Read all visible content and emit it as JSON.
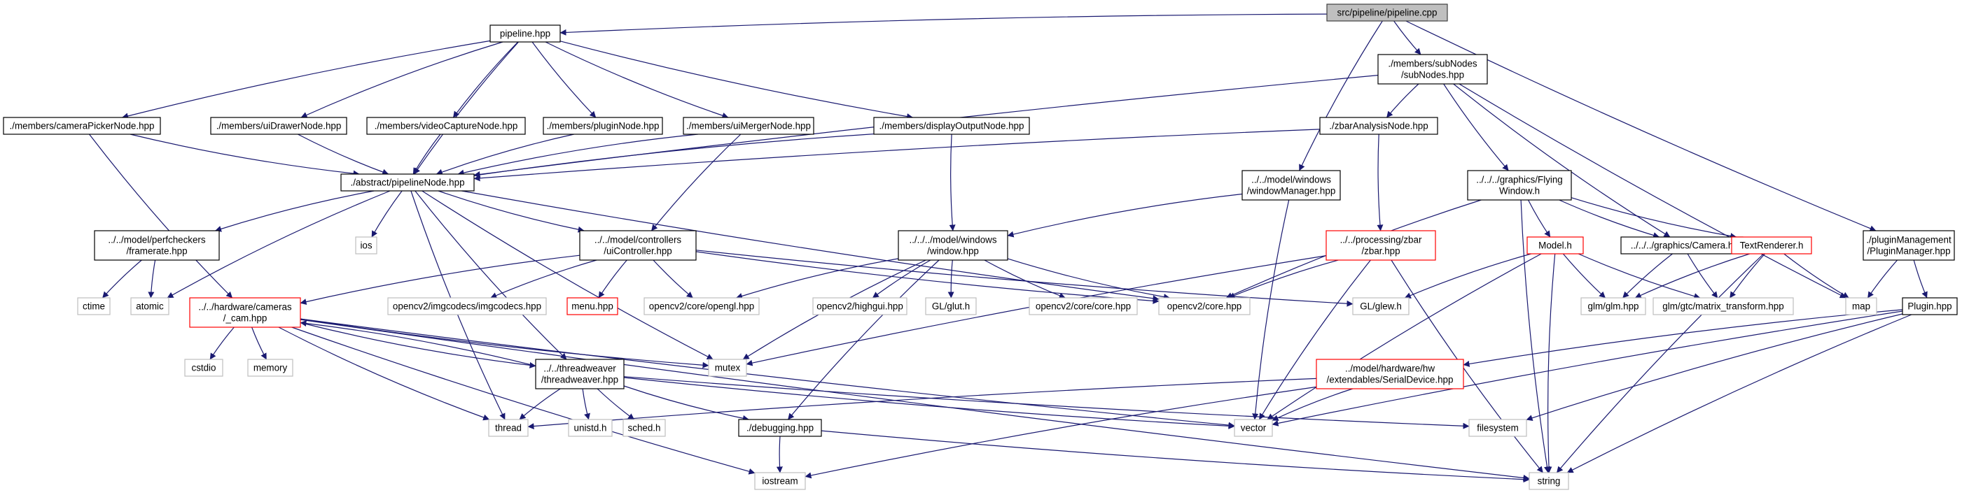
{
  "nodes": [
    {
      "id": "root",
      "style": "main",
      "lines": [
        "src/pipeline/pipeline.cpp"
      ]
    },
    {
      "id": "pipeline_hpp",
      "style": "local",
      "lines": [
        "pipeline.hpp"
      ]
    },
    {
      "id": "subnodes",
      "style": "local",
      "lines": [
        "./members/subNodes",
        "/subNodes.hpp"
      ]
    },
    {
      "id": "camPicker",
      "style": "local",
      "lines": [
        "./members/cameraPickerNode.hpp"
      ]
    },
    {
      "id": "uiDrawer",
      "style": "local",
      "lines": [
        "./members/uiDrawerNode.hpp"
      ]
    },
    {
      "id": "videoCapture",
      "style": "local",
      "lines": [
        "./members/videoCaptureNode.hpp"
      ]
    },
    {
      "id": "pluginNode",
      "style": "local",
      "lines": [
        "./members/pluginNode.hpp"
      ]
    },
    {
      "id": "uiMerger",
      "style": "local",
      "lines": [
        "./members/uiMergerNode.hpp"
      ]
    },
    {
      "id": "displayOutput",
      "style": "local",
      "lines": [
        "./members/displayOutputNode.hpp"
      ]
    },
    {
      "id": "zbarAnalysis",
      "style": "local",
      "lines": [
        "./zbarAnalysisNode.hpp"
      ]
    },
    {
      "id": "pipelineNode",
      "style": "local",
      "lines": [
        "./abstract/pipelineNode.hpp"
      ]
    },
    {
      "id": "windowManager",
      "style": "local",
      "lines": [
        "../../model/windows",
        "/windowManager.hpp"
      ]
    },
    {
      "id": "flyingWindow",
      "style": "local",
      "lines": [
        "../../../graphics/Flying",
        "Window.h"
      ]
    },
    {
      "id": "pluginManager",
      "style": "local",
      "lines": [
        "./pluginManagement",
        "/PluginManager.hpp"
      ]
    },
    {
      "id": "framerate",
      "style": "local",
      "lines": [
        "../../model/perfcheckers",
        "/framerate.hpp"
      ]
    },
    {
      "id": "ios",
      "style": "sys",
      "lines": [
        "ios"
      ]
    },
    {
      "id": "uiController",
      "style": "local",
      "lines": [
        "../../model/controllers",
        "/uiController.hpp"
      ]
    },
    {
      "id": "windowHpp",
      "style": "local",
      "lines": [
        "../../../model/windows",
        "/window.hpp"
      ]
    },
    {
      "id": "zbarHpp",
      "style": "trunc",
      "lines": [
        "../../processing/zbar",
        "/zbar.hpp"
      ]
    },
    {
      "id": "modelH",
      "style": "trunc",
      "lines": [
        "Model.h"
      ]
    },
    {
      "id": "cameraH",
      "style": "local",
      "lines": [
        "../../../graphics/Camera.h"
      ]
    },
    {
      "id": "textRenderer",
      "style": "trunc",
      "lines": [
        "TextRenderer.h"
      ]
    },
    {
      "id": "ctime",
      "style": "sys",
      "lines": [
        "ctime"
      ]
    },
    {
      "id": "atomic",
      "style": "sys",
      "lines": [
        "atomic"
      ]
    },
    {
      "id": "camHpp",
      "style": "trunc",
      "lines": [
        "../../hardware/cameras",
        "/_cam.hpp"
      ]
    },
    {
      "id": "imgcodecs",
      "style": "sys",
      "lines": [
        "opencv2/imgcodecs/imgcodecs.hpp"
      ]
    },
    {
      "id": "menuHpp",
      "style": "trunc",
      "lines": [
        "menu.hpp"
      ]
    },
    {
      "id": "opengl",
      "style": "sys",
      "lines": [
        "opencv2/core/opengl.hpp"
      ]
    },
    {
      "id": "highgui",
      "style": "sys",
      "lines": [
        "opencv2/highgui.hpp"
      ]
    },
    {
      "id": "glut",
      "style": "sys",
      "lines": [
        "GL/glut.h"
      ]
    },
    {
      "id": "coreCore",
      "style": "sys",
      "lines": [
        "opencv2/core/core.hpp"
      ]
    },
    {
      "id": "coreHpp",
      "style": "sys",
      "lines": [
        "opencv2/core.hpp"
      ]
    },
    {
      "id": "glew",
      "style": "sys",
      "lines": [
        "GL/glew.h"
      ]
    },
    {
      "id": "glm",
      "style": "sys",
      "lines": [
        "glm/glm.hpp"
      ]
    },
    {
      "id": "glmMatrix",
      "style": "sys",
      "lines": [
        "glm/gtc/matrix_transform.hpp"
      ]
    },
    {
      "id": "map",
      "style": "sys",
      "lines": [
        "map"
      ]
    },
    {
      "id": "pluginHpp",
      "style": "local",
      "lines": [
        "Plugin.hpp"
      ]
    },
    {
      "id": "cstdio",
      "style": "sys",
      "lines": [
        "cstdio"
      ]
    },
    {
      "id": "memory",
      "style": "sys",
      "lines": [
        "memory"
      ]
    },
    {
      "id": "threadweaver",
      "style": "local",
      "lines": [
        "../../threadweaver",
        "/threadweaver.hpp"
      ]
    },
    {
      "id": "mutex",
      "style": "sys",
      "lines": [
        "mutex"
      ]
    },
    {
      "id": "serialDevice",
      "style": "trunc",
      "lines": [
        "../model/hardware/hw",
        "/extendables/SerialDevice.hpp"
      ]
    },
    {
      "id": "thread",
      "style": "sys",
      "lines": [
        "thread"
      ]
    },
    {
      "id": "unistd",
      "style": "sys",
      "lines": [
        "unistd.h"
      ]
    },
    {
      "id": "sched",
      "style": "sys",
      "lines": [
        "sched.h"
      ]
    },
    {
      "id": "debugging",
      "style": "local",
      "lines": [
        "./debugging.hpp"
      ]
    },
    {
      "id": "vector",
      "style": "sys",
      "lines": [
        "vector"
      ]
    },
    {
      "id": "filesystem",
      "style": "sys",
      "lines": [
        "filesystem"
      ]
    },
    {
      "id": "iostream",
      "style": "sys",
      "lines": [
        "iostream"
      ]
    },
    {
      "id": "string",
      "style": "sys",
      "lines": [
        "string"
      ]
    }
  ],
  "edges": [
    [
      "root",
      "pipeline_hpp"
    ],
    [
      "root",
      "subnodes"
    ],
    [
      "root",
      "windowManager"
    ],
    [
      "root",
      "pluginManager"
    ],
    [
      "pipeline_hpp",
      "camPicker"
    ],
    [
      "pipeline_hpp",
      "uiDrawer"
    ],
    [
      "pipeline_hpp",
      "videoCapture"
    ],
    [
      "pipeline_hpp",
      "pluginNode"
    ],
    [
      "pipeline_hpp",
      "uiMerger"
    ],
    [
      "pipeline_hpp",
      "displayOutput"
    ],
    [
      "pipeline_hpp",
      "pipelineNode"
    ],
    [
      "camPicker",
      "pipelineNode"
    ],
    [
      "camPicker",
      "camHpp"
    ],
    [
      "uiDrawer",
      "pipelineNode"
    ],
    [
      "videoCapture",
      "pipelineNode"
    ],
    [
      "pluginNode",
      "pipelineNode"
    ],
    [
      "uiMerger",
      "pipelineNode"
    ],
    [
      "uiMerger",
      "uiController"
    ],
    [
      "displayOutput",
      "pipelineNode"
    ],
    [
      "displayOutput",
      "windowHpp"
    ],
    [
      "subnodes",
      "pipelineNode"
    ],
    [
      "subnodes",
      "zbarAnalysis"
    ],
    [
      "subnodes",
      "flyingWindow"
    ],
    [
      "subnodes",
      "cameraH"
    ],
    [
      "subnodes",
      "map"
    ],
    [
      "zbarAnalysis",
      "pipelineNode"
    ],
    [
      "zbarAnalysis",
      "zbarHpp"
    ],
    [
      "pipelineNode",
      "framerate"
    ],
    [
      "pipelineNode",
      "ios"
    ],
    [
      "pipelineNode",
      "uiController"
    ],
    [
      "pipelineNode",
      "atomic"
    ],
    [
      "pipelineNode",
      "threadweaver"
    ],
    [
      "pipelineNode",
      "mutex"
    ],
    [
      "pipelineNode",
      "thread"
    ],
    [
      "pipelineNode",
      "coreHpp"
    ],
    [
      "framerate",
      "ctime"
    ],
    [
      "framerate",
      "atomic"
    ],
    [
      "uiController",
      "camHpp"
    ],
    [
      "uiController",
      "imgcodecs"
    ],
    [
      "uiController",
      "menuHpp"
    ],
    [
      "uiController",
      "opengl"
    ],
    [
      "uiController",
      "coreHpp"
    ],
    [
      "uiController",
      "glew"
    ],
    [
      "windowManager",
      "windowHpp"
    ],
    [
      "windowManager",
      "vector"
    ],
    [
      "windowHpp",
      "opengl"
    ],
    [
      "windowHpp",
      "highgui"
    ],
    [
      "windowHpp",
      "glut"
    ],
    [
      "windowHpp",
      "coreCore"
    ],
    [
      "windowHpp",
      "coreHpp"
    ],
    [
      "windowHpp",
      "mutex"
    ],
    [
      "windowHpp",
      "debugging"
    ],
    [
      "zbarHpp",
      "coreHpp"
    ],
    [
      "zbarHpp",
      "mutex"
    ],
    [
      "zbarHpp",
      "vector"
    ],
    [
      "zbarHpp",
      "string"
    ],
    [
      "flyingWindow",
      "modelH"
    ],
    [
      "flyingWindow",
      "cameraH"
    ],
    [
      "flyingWindow",
      "textRenderer"
    ],
    [
      "flyingWindow",
      "coreHpp"
    ],
    [
      "flyingWindow",
      "string"
    ],
    [
      "modelH",
      "glew"
    ],
    [
      "modelH",
      "glm"
    ],
    [
      "modelH",
      "glmMatrix"
    ],
    [
      "modelH",
      "vector"
    ],
    [
      "modelH",
      "string"
    ],
    [
      "cameraH",
      "glm"
    ],
    [
      "cameraH",
      "glmMatrix"
    ],
    [
      "textRenderer",
      "glm"
    ],
    [
      "textRenderer",
      "glmMatrix"
    ],
    [
      "textRenderer",
      "map"
    ],
    [
      "textRenderer",
      "string"
    ],
    [
      "pluginManager",
      "map"
    ],
    [
      "pluginManager",
      "pluginHpp"
    ],
    [
      "pluginHpp",
      "serialDevice"
    ],
    [
      "pluginHpp",
      "vector"
    ],
    [
      "pluginHpp",
      "filesystem"
    ],
    [
      "pluginHpp",
      "string"
    ],
    [
      "camHpp",
      "cstdio"
    ],
    [
      "camHpp",
      "memory"
    ],
    [
      "camHpp",
      "threadweaver"
    ],
    [
      "camHpp",
      "mutex"
    ],
    [
      "camHpp",
      "thread"
    ],
    [
      "camHpp",
      "vector"
    ],
    [
      "camHpp",
      "iostream"
    ],
    [
      "camHpp",
      "string"
    ],
    [
      "threadweaver",
      "thread"
    ],
    [
      "threadweaver",
      "unistd"
    ],
    [
      "threadweaver",
      "sched"
    ],
    [
      "threadweaver",
      "debugging"
    ],
    [
      "threadweaver",
      "vector"
    ],
    [
      "threadweaver",
      "filesystem"
    ],
    [
      "threadweaver",
      "camHpp"
    ],
    [
      "serialDevice",
      "thread"
    ],
    [
      "serialDevice",
      "vector"
    ],
    [
      "serialDevice",
      "iostream"
    ],
    [
      "debugging",
      "iostream"
    ],
    [
      "debugging",
      "string"
    ]
  ],
  "colors": {
    "edge": "#191970",
    "root_fill": "#bfbfbf",
    "root_border": "#404040",
    "local_border": "#000000",
    "truncated_border": "#ff0000",
    "system_border": "#bfbfbf"
  }
}
